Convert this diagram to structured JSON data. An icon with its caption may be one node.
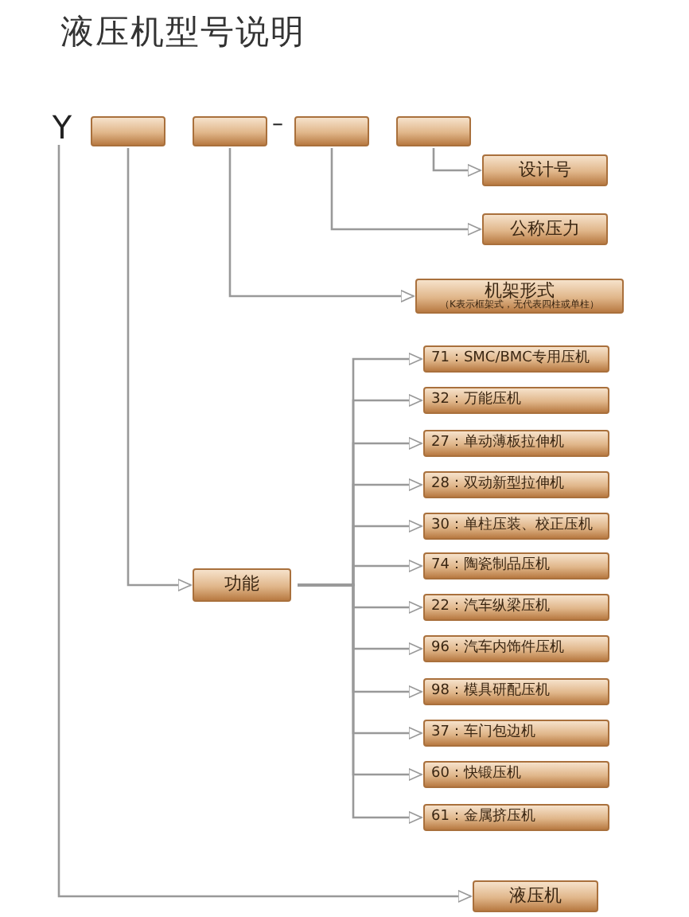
{
  "diagram": {
    "title": "液压机型号说明",
    "nodes": [
      {
        "text": [
          "Y"
        ]
      },
      {
        "text": [],
        "shape": "box"
      },
      {
        "text": [],
        "shape": "box"
      },
      {
        "text": [],
        "shape": "box"
      },
      {
        "text": [],
        "shape": "box"
      },
      {
        "text": [
          "设计号"
        ]
      },
      {
        "text": [
          "公称压力"
        ]
      },
      {
        "text": [
          "机架形式",
          "（K表示框架式，无代表四柱或单柱）"
        ]
      },
      {
        "text": [
          "功能"
        ]
      },
      {
        "text": [
          "71：SMC/BMC专用压机"
        ]
      },
      {
        "text": [
          "32：万能压机"
        ]
      },
      {
        "text": [
          "27：单动薄板拉伸机"
        ]
      },
      {
        "text": [
          "28：双动新型拉伸机"
        ]
      },
      {
        "text": [
          "30：单柱压装、校正压机"
        ]
      },
      {
        "text": [
          "74：陶瓷制品压机"
        ]
      },
      {
        "text": [
          "22：汽车纵梁压机"
        ]
      },
      {
        "text": [
          "96：汽车内饰件压机"
        ]
      },
      {
        "text": [
          "98：模具研配压机"
        ]
      },
      {
        "text": [
          "37：车门包边机"
        ]
      },
      {
        "text": [
          "60：快锻压机"
        ]
      },
      {
        "text": [
          "61：金属挤压机"
        ]
      },
      {
        "text": [
          "液压机"
        ]
      }
    ],
    "edges": [
      {
        "from": 0,
        "to": 21,
        "arrow": "to"
      },
      {
        "from": 1,
        "to": 8,
        "arrow": "to"
      },
      {
        "from": 2,
        "to": 7,
        "arrow": "to"
      },
      {
        "from": 3,
        "to": 6,
        "arrow": "to"
      },
      {
        "from": 4,
        "to": 5,
        "arrow": "to"
      },
      {
        "from": 8,
        "to": 9,
        "arrow": "to"
      },
      {
        "from": 8,
        "to": 10,
        "arrow": "to"
      },
      {
        "from": 8,
        "to": 11,
        "arrow": "to"
      },
      {
        "from": 8,
        "to": 12,
        "arrow": "to"
      },
      {
        "from": 8,
        "to": 13,
        "arrow": "to"
      },
      {
        "from": 8,
        "to": 14,
        "arrow": "to"
      },
      {
        "from": 8,
        "to": 15,
        "arrow": "to"
      },
      {
        "from": 8,
        "to": 16,
        "arrow": "to"
      },
      {
        "from": 8,
        "to": 17,
        "arrow": "to"
      },
      {
        "from": 8,
        "to": 18,
        "arrow": "to"
      },
      {
        "from": 8,
        "to": 19,
        "arrow": "to"
      },
      {
        "from": 8,
        "to": 20,
        "arrow": "to"
      }
    ],
    "labels": [
      "–"
    ]
  }
}
